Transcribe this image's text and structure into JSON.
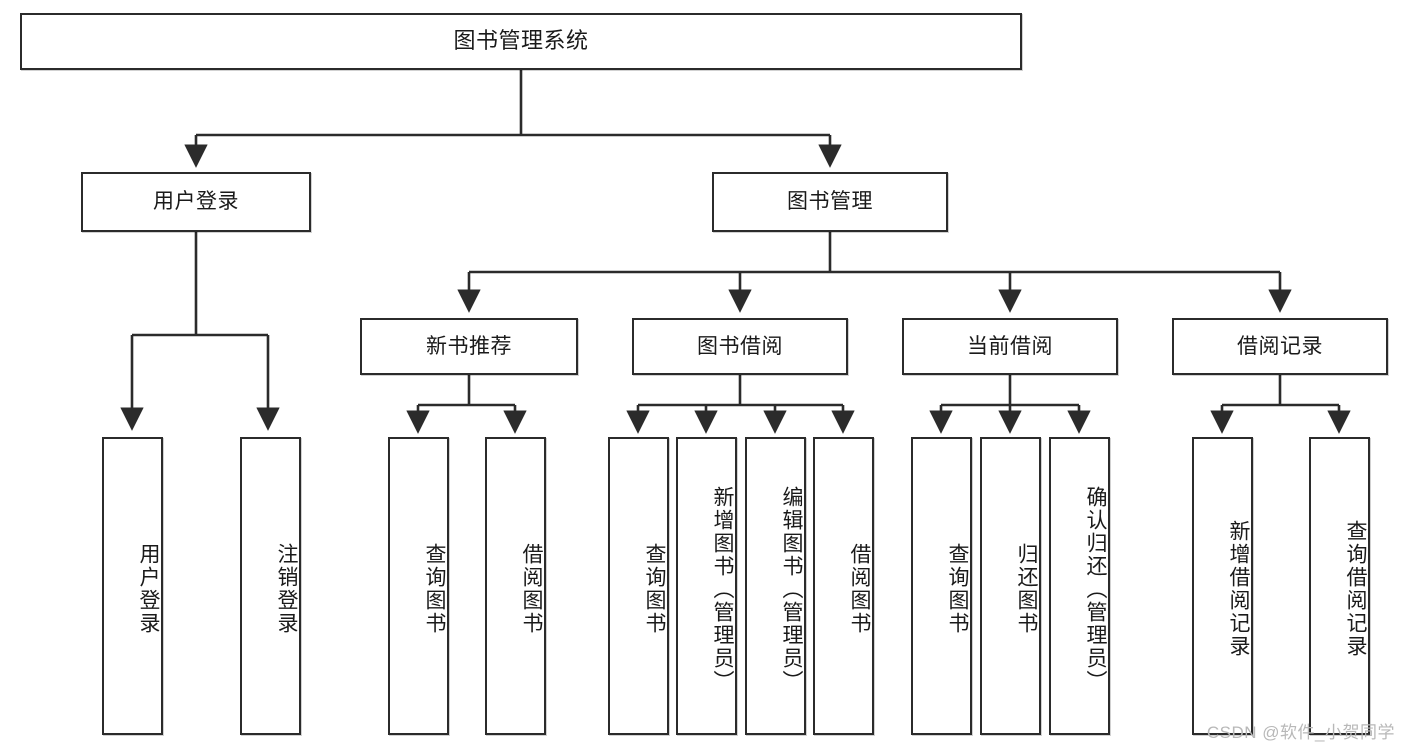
{
  "diagram": {
    "title": "图书管理系统",
    "type": "tree-hierarchy",
    "root": {
      "label": "图书管理系统"
    },
    "level2": [
      {
        "label": "用户登录"
      },
      {
        "label": "图书管理"
      }
    ],
    "level3": [
      {
        "label": "新书推荐"
      },
      {
        "label": "图书借阅"
      },
      {
        "label": "当前借阅"
      },
      {
        "label": "借阅记录"
      }
    ],
    "leaves": {
      "user_login": [
        {
          "label": "用户登录"
        },
        {
          "label": "注销登录"
        }
      ],
      "new_book_recommend": [
        {
          "label": "查询图书"
        },
        {
          "label": "借阅图书"
        }
      ],
      "book_borrow": [
        {
          "label": "查询图书"
        },
        {
          "label": "新增图书（管理员）"
        },
        {
          "label": "编辑图书（管理员）"
        },
        {
          "label": "借阅图书"
        }
      ],
      "current_borrow": [
        {
          "label": "查询图书"
        },
        {
          "label": "归还图书"
        },
        {
          "label": "确认归还（管理员）"
        }
      ],
      "borrow_record": [
        {
          "label": "新增借阅记录"
        },
        {
          "label": "查询借阅记录"
        }
      ]
    }
  },
  "watermark": {
    "text": "CSDN @软件_小贺同学"
  },
  "colors": {
    "stroke": "#2b2b2b",
    "fill": "#ffffff",
    "watermark": "#b8b8b8"
  }
}
